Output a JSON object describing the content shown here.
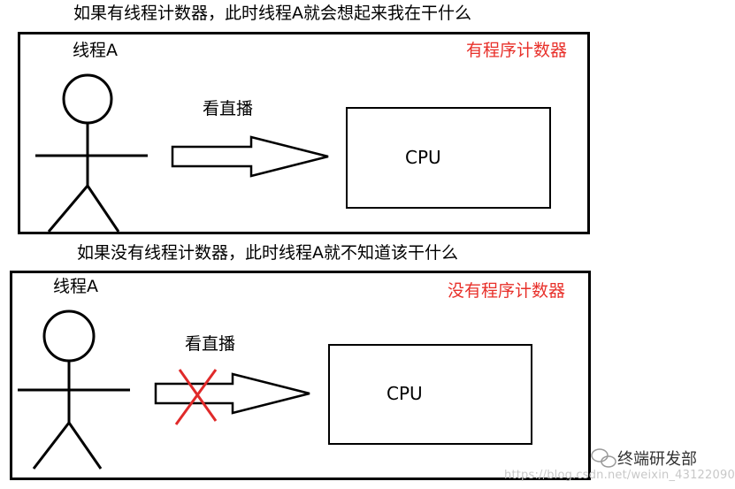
{
  "top": {
    "caption": "如果有线程计数器，此时线程A就会想起来我在干什么",
    "thread_label": "线程A",
    "tag": "有程序计数器",
    "action": "看直播",
    "cpu": "CPU"
  },
  "bottom": {
    "caption": "如果没有线程计数器，此时线程A就不知道该干什么",
    "thread_label": "线程A",
    "tag": "没有程序计数器",
    "action": "看直播",
    "cpu": "CPU"
  },
  "watermark": {
    "name": "终端研发部",
    "url": "https://blog.csdn.net/weixin_43122090"
  },
  "colors": {
    "tag_red": "#e8302a",
    "cross_red": "#e02a2a",
    "line": "#000000"
  }
}
